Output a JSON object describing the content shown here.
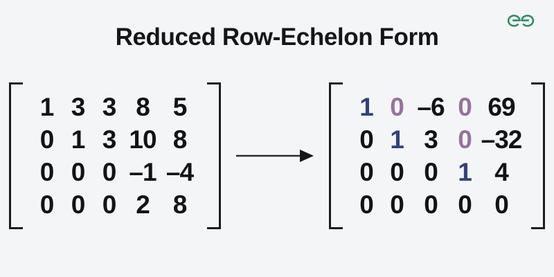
{
  "page": {
    "title": "Reduced Row-Echelon Form",
    "background_color": "#f4f5f7",
    "text_color": "#121317"
  },
  "logo": {
    "name": "geeksforgeeks-logo",
    "color": "#2f8d62"
  },
  "arrow": {
    "name": "transform-arrow",
    "color": "#2b2c30",
    "direction": "right"
  },
  "colors": {
    "pivot": "#31427c",
    "zeroed": "#96729f",
    "bracket": "#1b1c20"
  },
  "matrices": [
    {
      "name": "input-matrix",
      "rows": [
        [
          {
            "text": "1",
            "style": "plain"
          },
          {
            "text": "3",
            "style": "plain"
          },
          {
            "text": "3",
            "style": "plain"
          },
          {
            "text": "8",
            "style": "plain"
          },
          {
            "text": "5",
            "style": "plain"
          }
        ],
        [
          {
            "text": "0",
            "style": "plain"
          },
          {
            "text": "1",
            "style": "plain"
          },
          {
            "text": "3",
            "style": "plain"
          },
          {
            "text": "10",
            "style": "plain"
          },
          {
            "text": "8",
            "style": "plain"
          }
        ],
        [
          {
            "text": "0",
            "style": "plain"
          },
          {
            "text": "0",
            "style": "plain"
          },
          {
            "text": "0",
            "style": "plain"
          },
          {
            "text": "–1",
            "style": "plain"
          },
          {
            "text": "–4",
            "style": "plain"
          }
        ],
        [
          {
            "text": "0",
            "style": "plain"
          },
          {
            "text": "0",
            "style": "plain"
          },
          {
            "text": "0",
            "style": "plain"
          },
          {
            "text": "2",
            "style": "plain"
          },
          {
            "text": "8",
            "style": "plain"
          }
        ]
      ]
    },
    {
      "name": "output-matrix",
      "rows": [
        [
          {
            "text": "1",
            "style": "pivot"
          },
          {
            "text": "0",
            "style": "zeroed"
          },
          {
            "text": "–6",
            "style": "plain"
          },
          {
            "text": "0",
            "style": "zeroed"
          },
          {
            "text": "69",
            "style": "plain"
          }
        ],
        [
          {
            "text": "0",
            "style": "plain"
          },
          {
            "text": "1",
            "style": "pivot"
          },
          {
            "text": "3",
            "style": "plain"
          },
          {
            "text": "0",
            "style": "zeroed"
          },
          {
            "text": "–32",
            "style": "plain"
          }
        ],
        [
          {
            "text": "0",
            "style": "plain"
          },
          {
            "text": "0",
            "style": "plain"
          },
          {
            "text": "0",
            "style": "plain"
          },
          {
            "text": "1",
            "style": "pivot"
          },
          {
            "text": "4",
            "style": "plain"
          }
        ],
        [
          {
            "text": "0",
            "style": "plain"
          },
          {
            "text": "0",
            "style": "plain"
          },
          {
            "text": "0",
            "style": "plain"
          },
          {
            "text": "0",
            "style": "plain"
          },
          {
            "text": "0",
            "style": "plain"
          }
        ]
      ]
    }
  ]
}
